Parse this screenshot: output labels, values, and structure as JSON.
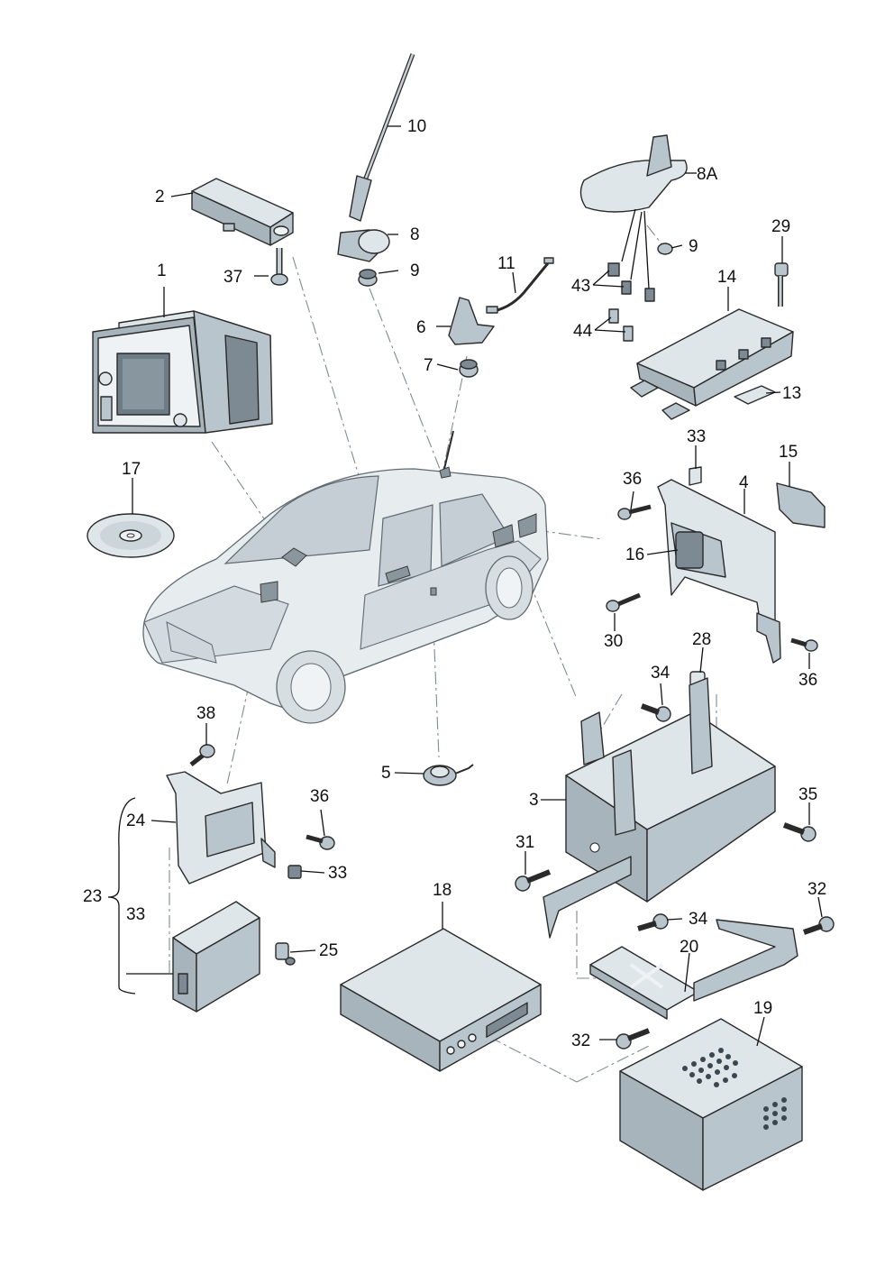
{
  "callouts": {
    "c1": "1",
    "c2": "2",
    "c3": "3",
    "c4": "4",
    "c5": "5",
    "c6": "6",
    "c7": "7",
    "c8": "8",
    "c8a": "8A",
    "c9a": "9",
    "c9b": "9",
    "c10": "10",
    "c11": "11",
    "c13": "13",
    "c14": "14",
    "c15": "15",
    "c16": "16",
    "c17": "17",
    "c18": "18",
    "c19": "19",
    "c20": "20",
    "c23": "23",
    "c24": "24",
    "c25": "25",
    "c28": "28",
    "c29": "29",
    "c30": "30",
    "c31": "31",
    "c32a": "32",
    "c32b": "32",
    "c33a": "33",
    "c33b": "33",
    "c33c": "33",
    "c34a": "34",
    "c34b": "34",
    "c35": "35",
    "c36a": "36",
    "c36b": "36",
    "c36c": "36",
    "c37": "37",
    "c38": "38",
    "c43": "43",
    "c44": "44"
  }
}
